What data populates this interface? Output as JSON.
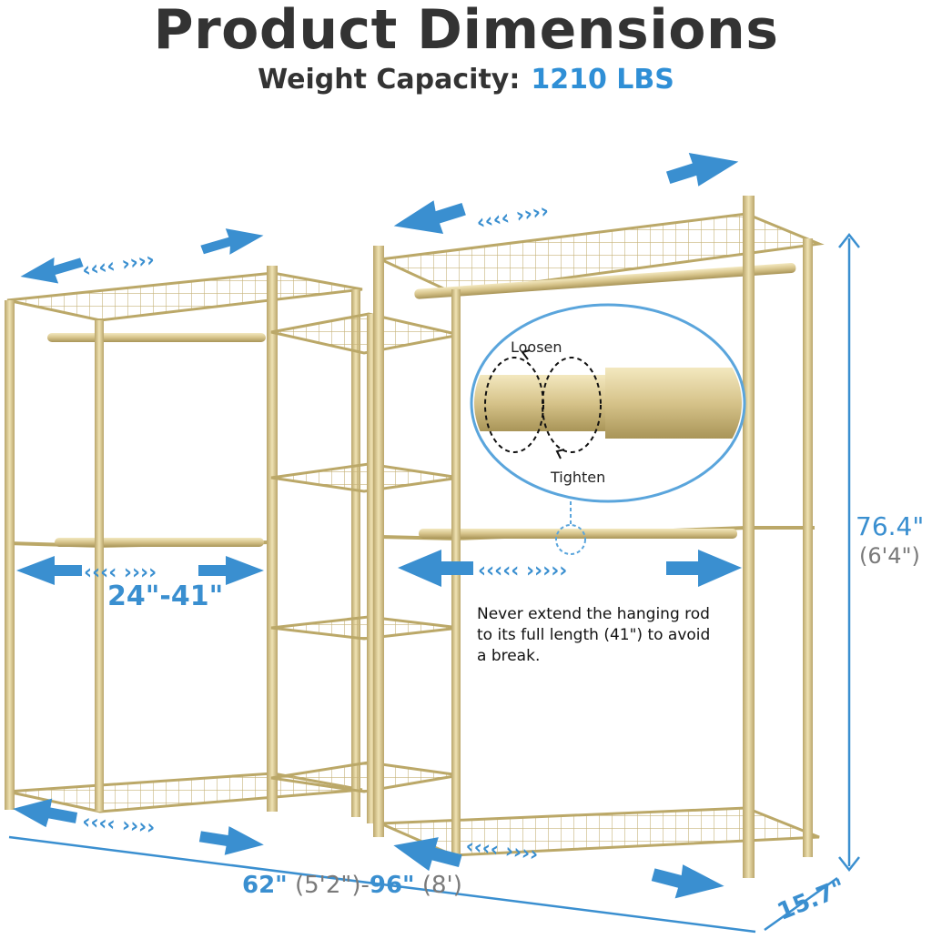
{
  "header": {
    "title": "Product Dimensions",
    "weight_label": "Weight Capacity:",
    "weight_value": "1210 LBS"
  },
  "dimensions": {
    "rod_range": "24\"-41\"",
    "height": "76.4\"",
    "height_ft": "(6'4\")",
    "width_min": "62\"",
    "width_min_ft": "(5'2\")",
    "width_sep": "-",
    "width_max": "96\"",
    "width_max_ft": "(8')",
    "depth": "15.7\""
  },
  "callout": {
    "loosen": "Loosen",
    "tighten": "Tighten"
  },
  "note": "Never extend the hanging rod to its full length (41\") to avoid a break.",
  "colors": {
    "frame": "#d1bf86",
    "accent_blue": "#3a8fd0",
    "title_gray": "#333333"
  }
}
